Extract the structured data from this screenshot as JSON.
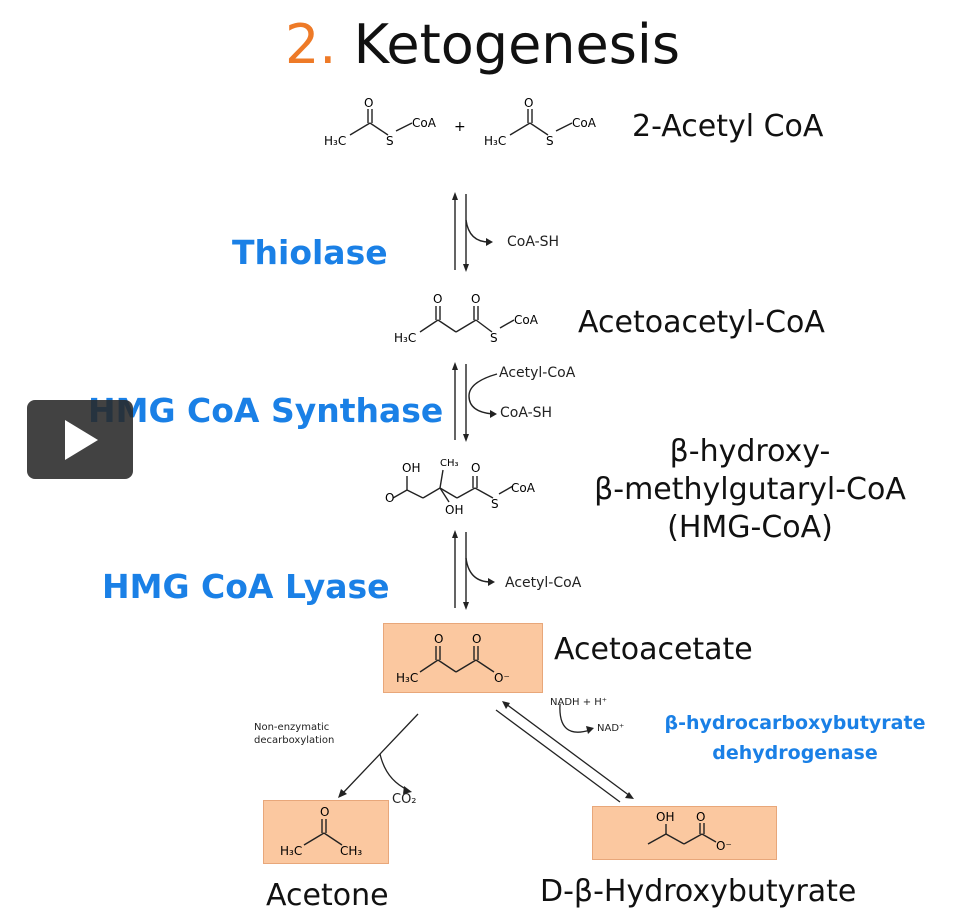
{
  "title": {
    "number": "2.",
    "text": "Ketogenesis"
  },
  "compounds": {
    "acetyl_coa": "2-Acetyl CoA",
    "acetoacetyl_coa": "Acetoacetyl-CoA",
    "hmg_coa": [
      "β-hydroxy-",
      "β-methylgutaryl-CoA",
      "(HMG-CoA)"
    ],
    "acetoacetate": "Acetoacetate",
    "acetone": "Acetone",
    "hydroxybutyrate": "D-β-Hydroxybutyrate"
  },
  "enzymes": {
    "thiolase": "Thiolase",
    "hmg_synthase": "HMG CoA Synthase",
    "hmg_lyase": "HMG CoA Lyase",
    "dehydrogenase": [
      "β-hydrocarboxybutyrate",
      "dehydrogenase"
    ]
  },
  "reagents": {
    "coash_1": "CoA-SH",
    "acetylcoa_in": "Acetyl-CoA",
    "coash_2": "CoA-SH",
    "acetylcoa_out": "Acetyl-CoA",
    "co2": "CO₂",
    "nonenzymatic": [
      "Non-enzymatic",
      "decarboxylation"
    ],
    "nadh": "NADH + H⁺",
    "nad": "NAD⁺"
  },
  "molecule_labels": {
    "h3c": "H₃C",
    "ch3": "CH₃",
    "coa": "CoA",
    "s": "S",
    "o": "O",
    "oh": "OH",
    "o_minus": "O⁻",
    "plus": "+"
  },
  "colors": {
    "accent_orange": "#ee7a27",
    "enzyme_blue": "#1a80e6",
    "highlight_box": "#fbc8a0"
  },
  "icons": {
    "play": "play-icon"
  }
}
